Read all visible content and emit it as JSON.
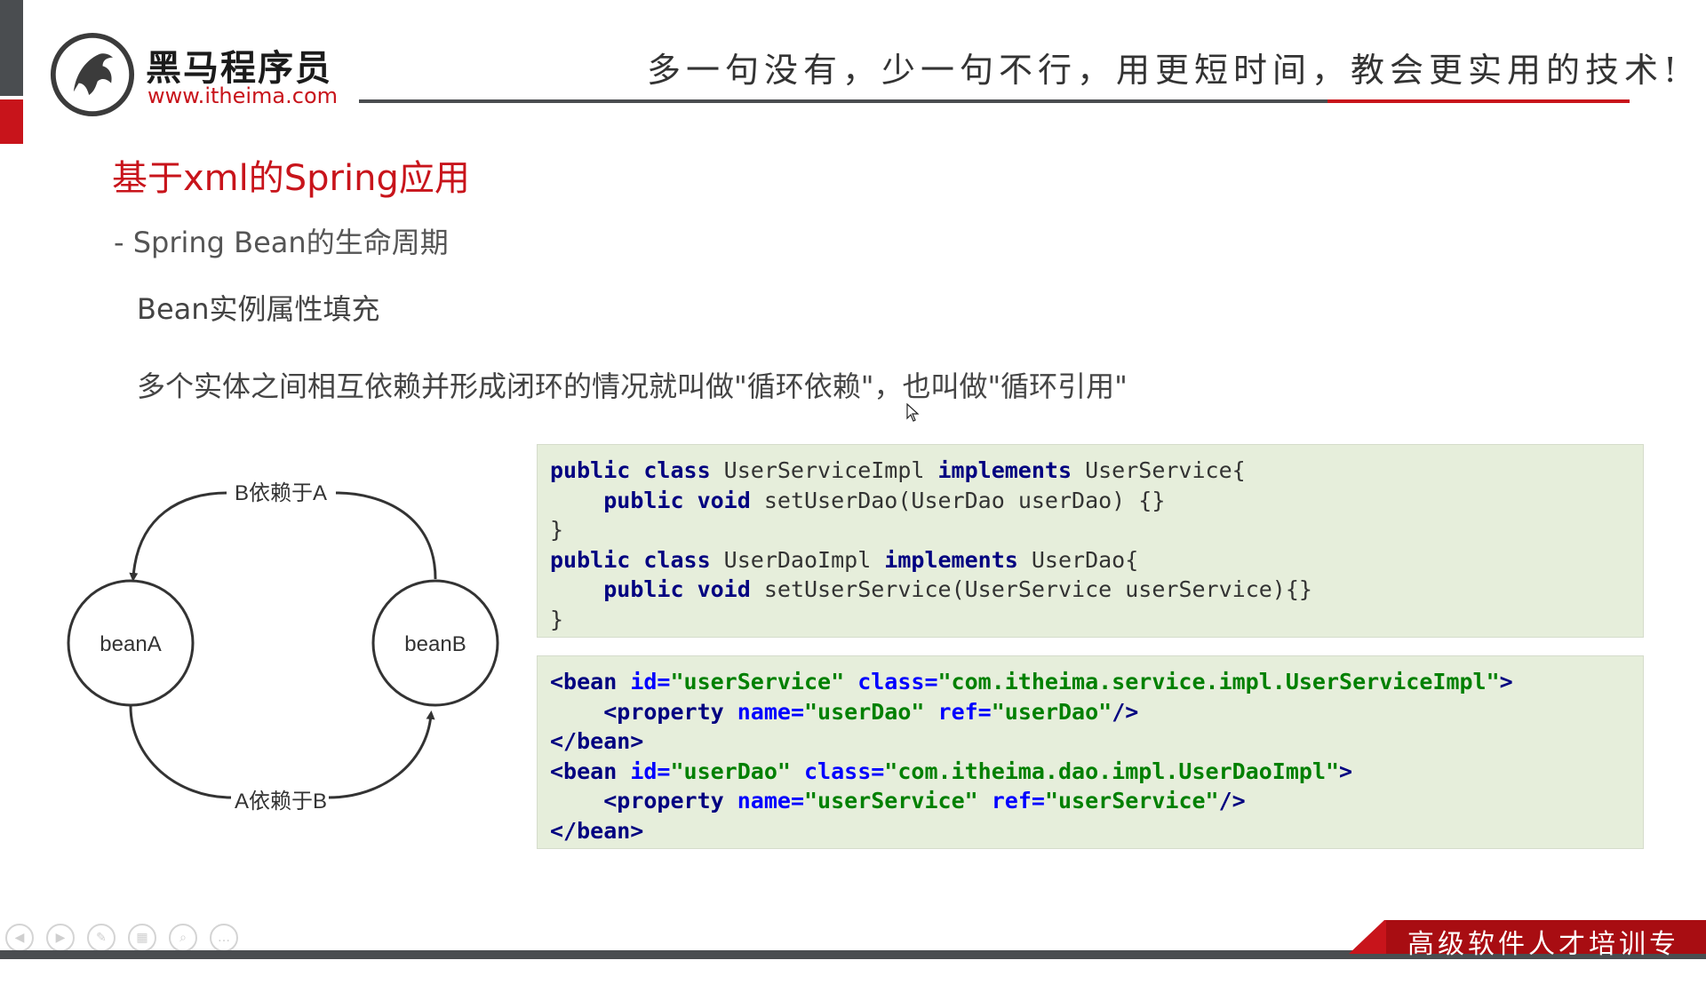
{
  "header": {
    "logo_cn": "黑马程序员",
    "logo_url": "www.itheima.com",
    "slogan": "多一句没有，少一句不行，用更短时间，教会更实用的技术!"
  },
  "slide": {
    "title": "基于xml的Spring应用",
    "subtitle": "- Spring Bean的生命周期",
    "point": "Bean实例属性填充",
    "description": "多个实体之间相互依赖并形成闭环的情况就叫做\"循环依赖\"，也叫做\"循环引用\""
  },
  "diagram": {
    "node_a": "beanA",
    "node_b": "beanB",
    "edge_top": "B依赖于A",
    "edge_bottom": "A依赖于B"
  },
  "code_java": [
    [
      {
        "t": "kw",
        "v": "public class"
      },
      {
        "t": "plain",
        "v": " UserServiceImpl "
      },
      {
        "t": "kw",
        "v": "implements"
      },
      {
        "t": "plain",
        "v": " UserService{"
      }
    ],
    [
      {
        "t": "plain",
        "v": "    "
      },
      {
        "t": "kw",
        "v": "public void"
      },
      {
        "t": "plain",
        "v": " setUserDao(UserDao userDao) {}"
      }
    ],
    [
      {
        "t": "plain",
        "v": "}"
      }
    ],
    [
      {
        "t": "kw",
        "v": "public class"
      },
      {
        "t": "plain",
        "v": " UserDaoImpl "
      },
      {
        "t": "kw",
        "v": "implements"
      },
      {
        "t": "plain",
        "v": " UserDao{"
      }
    ],
    [
      {
        "t": "plain",
        "v": "    "
      },
      {
        "t": "kw",
        "v": "public void"
      },
      {
        "t": "plain",
        "v": " setUserService(UserService userService){}"
      }
    ],
    [
      {
        "t": "plain",
        "v": "}"
      }
    ]
  ],
  "code_xml": [
    [
      {
        "t": "tag",
        "v": "<bean "
      },
      {
        "t": "attr",
        "v": "id="
      },
      {
        "t": "str",
        "v": "\"userService\" "
      },
      {
        "t": "attr",
        "v": "class="
      },
      {
        "t": "str",
        "v": "\"com.itheima.service.impl.UserServiceImpl\""
      },
      {
        "t": "tag",
        "v": ">"
      }
    ],
    [
      {
        "t": "plain",
        "v": "    "
      },
      {
        "t": "tag",
        "v": "<property "
      },
      {
        "t": "attr",
        "v": "name="
      },
      {
        "t": "str",
        "v": "\"userDao\" "
      },
      {
        "t": "attr",
        "v": "ref="
      },
      {
        "t": "str",
        "v": "\"userDao\""
      },
      {
        "t": "tag",
        "v": "/>"
      }
    ],
    [
      {
        "t": "tag",
        "v": "</bean>"
      }
    ],
    [
      {
        "t": "tag",
        "v": "<bean "
      },
      {
        "t": "attr",
        "v": "id="
      },
      {
        "t": "str",
        "v": "\"userDao\" "
      },
      {
        "t": "attr",
        "v": "class="
      },
      {
        "t": "str",
        "v": "\"com.itheima.dao.impl.UserDaoImpl\""
      },
      {
        "t": "tag",
        "v": ">"
      }
    ],
    [
      {
        "t": "plain",
        "v": "    "
      },
      {
        "t": "tag",
        "v": "<property "
      },
      {
        "t": "attr",
        "v": "name="
      },
      {
        "t": "str",
        "v": "\"userService\" "
      },
      {
        "t": "attr",
        "v": "ref="
      },
      {
        "t": "str",
        "v": "\"userService\""
      },
      {
        "t": "tag",
        "v": "/>"
      }
    ],
    [
      {
        "t": "tag",
        "v": "</bean>"
      }
    ]
  ],
  "footer": {
    "tagline": "高级软件人才培训专家",
    "tools": [
      "prev-icon",
      "next-icon",
      "pen-icon",
      "slides-icon",
      "zoom-icon",
      "more-icon"
    ]
  },
  "colors": {
    "brand_red": "#c8141b",
    "dark_gray": "#4a4d50",
    "code_bg": "#e6eedb"
  }
}
